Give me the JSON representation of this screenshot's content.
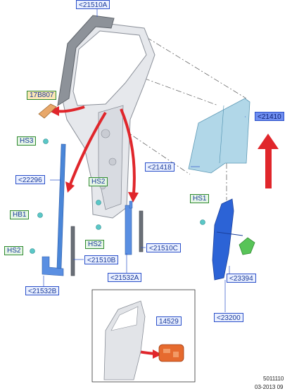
{
  "labels": {
    "door_seal": "<21510A",
    "trim_part": "17B807",
    "glass": "<21410",
    "glass_run": "<21418",
    "front_channel": "<22296",
    "rear_channel": "<21510C",
    "belt_front": "<21510B",
    "rear_run": "<21532A",
    "front_run": "<21532B",
    "regulator_motor": "<23394",
    "regulator": "<23200",
    "inset_part": "14529",
    "hs3": "HS3",
    "hs2_a": "HS2",
    "hs2_b": "HS2",
    "hs2_c": "HS2",
    "hb1": "HB1",
    "hs1": "HS1"
  },
  "footer": {
    "code": "5011110",
    "date": "03-2013 09"
  },
  "colors": {
    "callout_border": "#2a4fc9",
    "callout_fill": "#eaf0ff",
    "highlight_fill": "#6f8ef0",
    "hs_border": "#2f8a2f",
    "arrow_red": "#e0262b",
    "part_blue": "#4a7fe0",
    "glass_fill": "#a9d3e6"
  }
}
